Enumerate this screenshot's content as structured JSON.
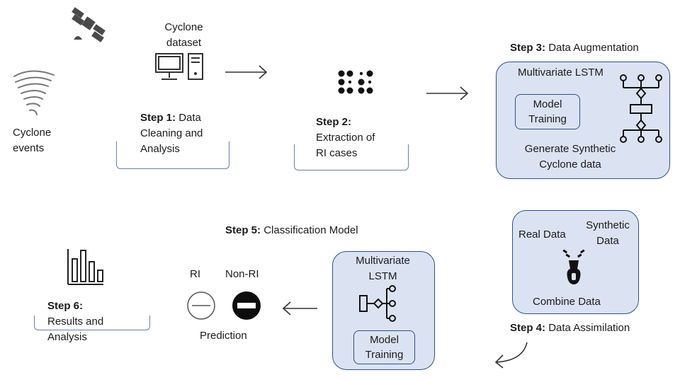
{
  "colors": {
    "panel_fill": "#dbe3f3",
    "panel_border": "#2f4f8f",
    "ink": "#1a1a1a"
  },
  "icons": [
    "cyclone-icon",
    "satellite-icon",
    "computer-icon",
    "data-points-icon",
    "lstm-network-icon",
    "zipper-icon",
    "bar-chart-icon",
    "ri-circle-icon",
    "non-ri-circle-icon",
    "arrow-icon"
  ],
  "source": {
    "label_line1": "Cyclone",
    "label_line2": "events"
  },
  "dataset": {
    "label_line1": "Cyclone",
    "label_line2": "dataset"
  },
  "step1": {
    "prefix": "Step 1:",
    "title_line1": "Data",
    "title_line2": "Cleaning and",
    "title_line3": "Analysis"
  },
  "step2": {
    "prefix": "Step 2:",
    "title_line1": "Extraction of",
    "title_line2": "RI cases"
  },
  "step3": {
    "prefix": "Step 3:",
    "title": "Data Augmentation",
    "model": "Multivariate LSTM",
    "training_line1": "Model",
    "training_line2": "Training",
    "generate_line1": "Generate Synthetic",
    "generate_line2": "Cyclone data"
  },
  "step4": {
    "prefix": "Step 4:",
    "title": "Data Assimilation",
    "real": "Real Data",
    "synthetic_line1": "Synthetic",
    "synthetic_line2": "Data",
    "combine": "Combine Data"
  },
  "step5": {
    "prefix": "Step 5:",
    "title": "Classification Model",
    "model_line1": "Multivariate",
    "model_line2": "LSTM",
    "training_line1": "Model",
    "training_line2": "Training",
    "class_ri": "RI",
    "class_nonri": "Non-RI",
    "prediction": "Prediction"
  },
  "step6": {
    "prefix": "Step 6:",
    "title_line1": "Results and",
    "title_line2": "Analysis"
  }
}
